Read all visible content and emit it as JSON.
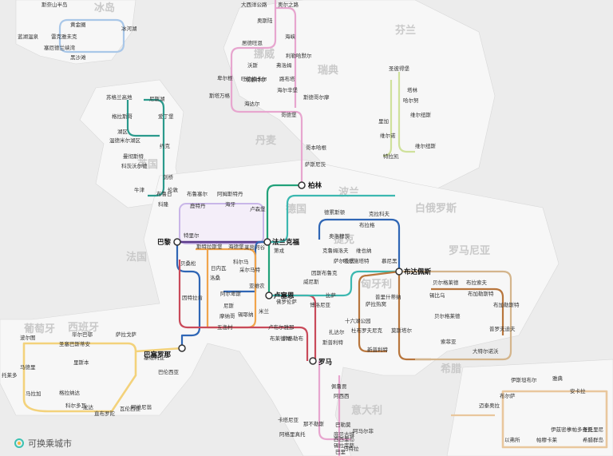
{
  "countries": [
    {
      "key": "iceland",
      "label": "冰岛"
    },
    {
      "key": "finland",
      "label": "芬兰"
    },
    {
      "key": "sweden",
      "label": "瑞典"
    },
    {
      "key": "norway",
      "label": "挪威"
    },
    {
      "key": "denmark",
      "label": "丹麦"
    },
    {
      "key": "poland",
      "label": "波兰"
    },
    {
      "key": "belarus",
      "label": "白俄罗斯"
    },
    {
      "key": "germany",
      "label": "德国"
    },
    {
      "key": "uk",
      "label": "英国"
    },
    {
      "key": "france",
      "label": "法国"
    },
    {
      "key": "czech",
      "label": "捷克"
    },
    {
      "key": "hungary",
      "label": "匈牙利"
    },
    {
      "key": "romania",
      "label": "罗马尼亚"
    },
    {
      "key": "spain",
      "label": "西班牙"
    },
    {
      "key": "portugal",
      "label": "葡萄牙"
    },
    {
      "key": "italy",
      "label": "意大利"
    },
    {
      "key": "greece",
      "label": "希腊"
    }
  ],
  "hubs": [
    {
      "key": "berlin",
      "label": "柏林"
    },
    {
      "key": "paris",
      "label": "巴黎"
    },
    {
      "key": "frankfurt",
      "label": "法兰克福"
    },
    {
      "key": "budapest",
      "label": "布达佩斯"
    },
    {
      "key": "lucerne",
      "label": "卢塞恩"
    },
    {
      "key": "barcelona",
      "label": "巴塞罗那"
    },
    {
      "key": "rome",
      "label": "罗马"
    }
  ],
  "stations": {
    "iceland": [
      "斯奈山半岛",
      "黄金圈",
      "蓝湖温泉",
      "雷克雅未克",
      "塞厄德兰峡湾",
      "黑沙滩",
      "冰河湖"
    ],
    "scandinavia": [
      "大西洋公路",
      "奥尔之路",
      "奥斯陆",
      "海峡",
      "居德旺恩",
      "利勒哈默尔",
      "沃斯",
      "弗洛姆",
      "埃塞特尔",
      "卑尔根",
      "斯塔万格",
      "旺德梅卡尔",
      "路布塔",
      "海尔辛堡",
      "海达尔",
      "斯德哥尔摩",
      "哥德堡",
      "哥本哈根",
      "萨斯尼茨"
    ],
    "uk": [
      "苏格兰高地",
      "尼斯湖",
      "格拉斯哥",
      "爱丁堡",
      "湖区",
      "温德米尔湖区",
      "约克",
      "曼彻斯特",
      "科茨沃尔德",
      "剑桥",
      "牛津",
      "伦敦"
    ],
    "baltic": [
      "圣彼得堡",
      "塔林",
      "哈尔努",
      "维尔纽斯",
      "里加",
      "维尔诺",
      "特拉凯",
      "维尔纽斯"
    ],
    "france_de": [
      "布鲁日",
      "布鲁塞尔",
      "鹿特丹",
      "阿姆斯特丹",
      "科隆",
      "海牙",
      "卢森堡",
      "特里尔",
      "斯特拉斯堡",
      "海德堡",
      "贝桑松",
      "科尔马",
      "莱茵河谷",
      "第戎",
      "日内瓦",
      "采尔马特",
      "洛桑",
      "因特拉肯",
      "阿尔卑斯",
      "亚维农",
      "尼斯",
      "摩纳哥",
      "米兰"
    ],
    "central": [
      "德累斯顿",
      "克拉科夫",
      "布拉格",
      "奥洛穆茨",
      "克鲁姆洛夫",
      "维也纳",
      "萨尔茨堡",
      "哈尔施塔特",
      "慕尼黑",
      "因斯布鲁克",
      "威尼斯",
      "佛罗伦萨",
      "比萨",
      "锡耶纳",
      "五渔村",
      "博洛尼亚",
      "卢布尔雅那",
      "布莱德湖",
      "萨格勒布",
      "扎达尔",
      "斯普利特",
      "杜布罗夫尼克",
      "十六湖公园",
      "萨拉热窝",
      "莫斯塔尔",
      "新普利特"
    ],
    "balkans": [
      "贝尔格莱德",
      "布拉索夫",
      "锡比乌",
      "布加勒斯特",
      "布加勒斯特",
      "贝尔格莱德",
      "索菲亚",
      "普罗夫迪夫",
      "大特尔诺沃",
      "普里什蒂纳"
    ],
    "iberia": [
      "萨拉戈萨",
      "毕尔巴鄂",
      "圣塞巴斯蒂安",
      "波尔图",
      "里斯本",
      "马德里",
      "托莱多",
      "塞维利亚",
      "马拉加",
      "格拉纳达",
      "科尔多瓦",
      "龙达",
      "直布罗陀",
      "瓦伦西亚",
      "阿维尼翁",
      "巴伦西亚"
    ],
    "italy_south": [
      "佩鲁贾",
      "阿西西",
      "那不勒斯",
      "庞贝古城",
      "巴勒莫",
      "阿马尔菲",
      "卡塔尼亚",
      "西西里岛",
      "锡拉库萨",
      "阿格里真托",
      "马特拉",
      "巴里"
    ],
    "greece": [
      "伊斯坦布尔",
      "雅典",
      "安卡拉",
      "布尔萨",
      "以弗所",
      "帕穆卡莱",
      "伊兹密尔",
      "卡帕多奇亚",
      "圣托里尼",
      "希腊群岛",
      "迈泰奥拉"
    ]
  },
  "lines": [
    {
      "name": "north",
      "color": "#e7a6cf"
    },
    {
      "name": "iceland",
      "color": "#a9c7e8"
    },
    {
      "name": "uk",
      "color": "#2a9a8c"
    },
    {
      "name": "baltic",
      "color": "#cfe19b"
    },
    {
      "name": "benelux",
      "color": "#c9b6e8"
    },
    {
      "name": "green",
      "color": "#22a27a"
    },
    {
      "name": "blue",
      "color": "#2f66b5"
    },
    {
      "name": "teal",
      "color": "#3cb8b0"
    },
    {
      "name": "brown",
      "color": "#b8763d"
    },
    {
      "name": "tan",
      "color": "#d4b58c"
    },
    {
      "name": "red",
      "color": "#c94a5a"
    },
    {
      "name": "orange",
      "color": "#f1a44b"
    },
    {
      "name": "yellow",
      "color": "#f3d27b"
    },
    {
      "name": "purple",
      "color": "#5b3a8a"
    },
    {
      "name": "beige",
      "color": "#e9c79d"
    }
  ],
  "switch": {
    "label": "可换乘城市",
    "icon": "transfer-city-icon"
  }
}
